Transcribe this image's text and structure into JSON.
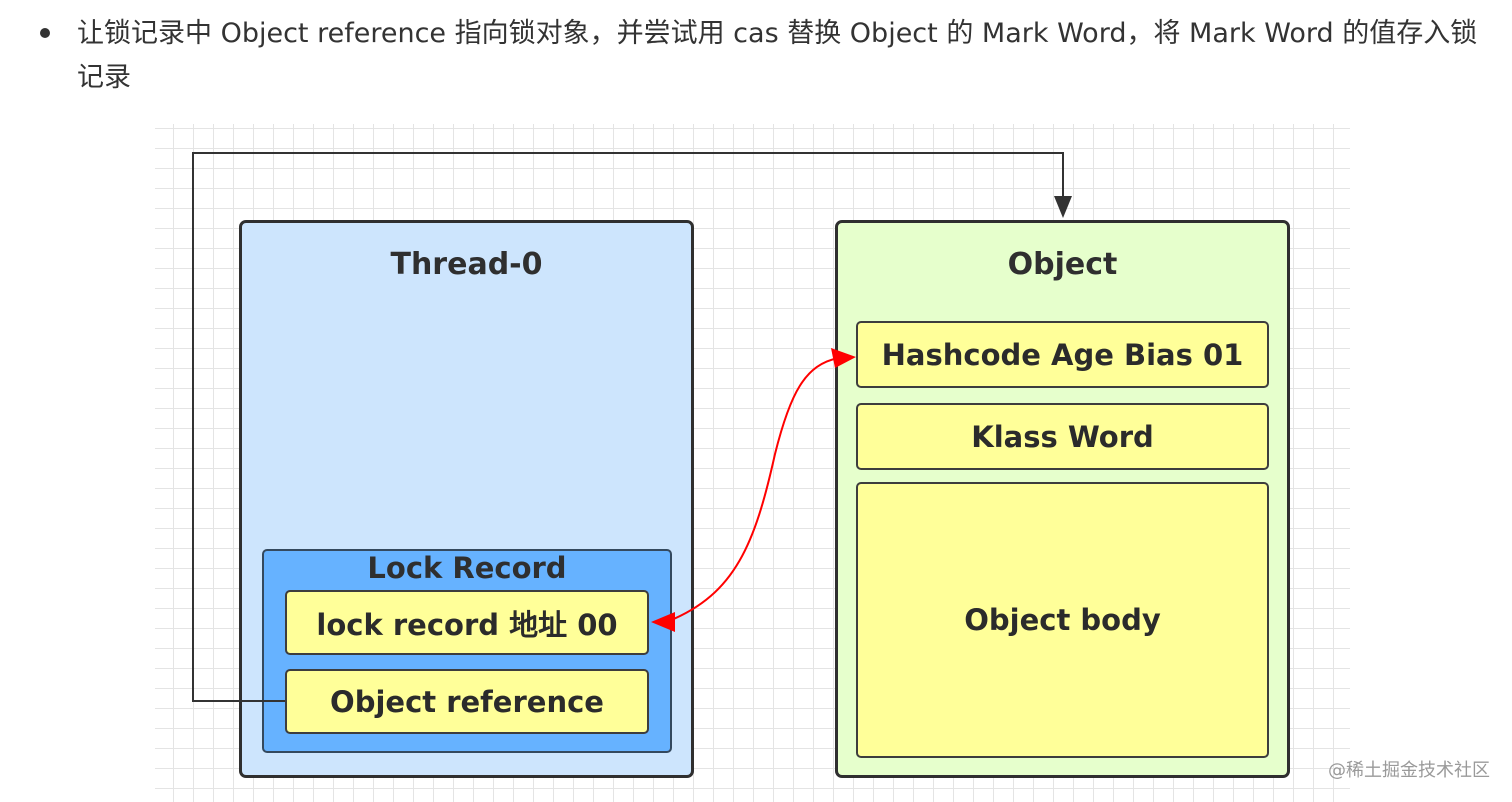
{
  "paragraph": {
    "text": "让锁记录中 Object reference 指向锁对象，并尝试用 cas 替换 Object 的 Mark Word，将 Mark Word 的值存入锁记录"
  },
  "diagram": {
    "thread": {
      "title": "Thread-0",
      "lock_record": {
        "title": "Lock Record",
        "address_cell": "lock  record 地址 00",
        "reference_cell": "Object reference"
      }
    },
    "object": {
      "title": "Object",
      "mark_word": "Hashcode Age Bias 01",
      "klass_word": "Klass Word",
      "body": "Object body"
    },
    "colors": {
      "thread_fill": "#cde5fd",
      "lock_record_fill": "#66b2ff",
      "object_fill": "#e6ffcc",
      "cell_fill": "#ffff99",
      "cas_arrow": "#ff0000",
      "reference_line": "#333333"
    }
  },
  "watermark": "@稀土掘金技术社区"
}
